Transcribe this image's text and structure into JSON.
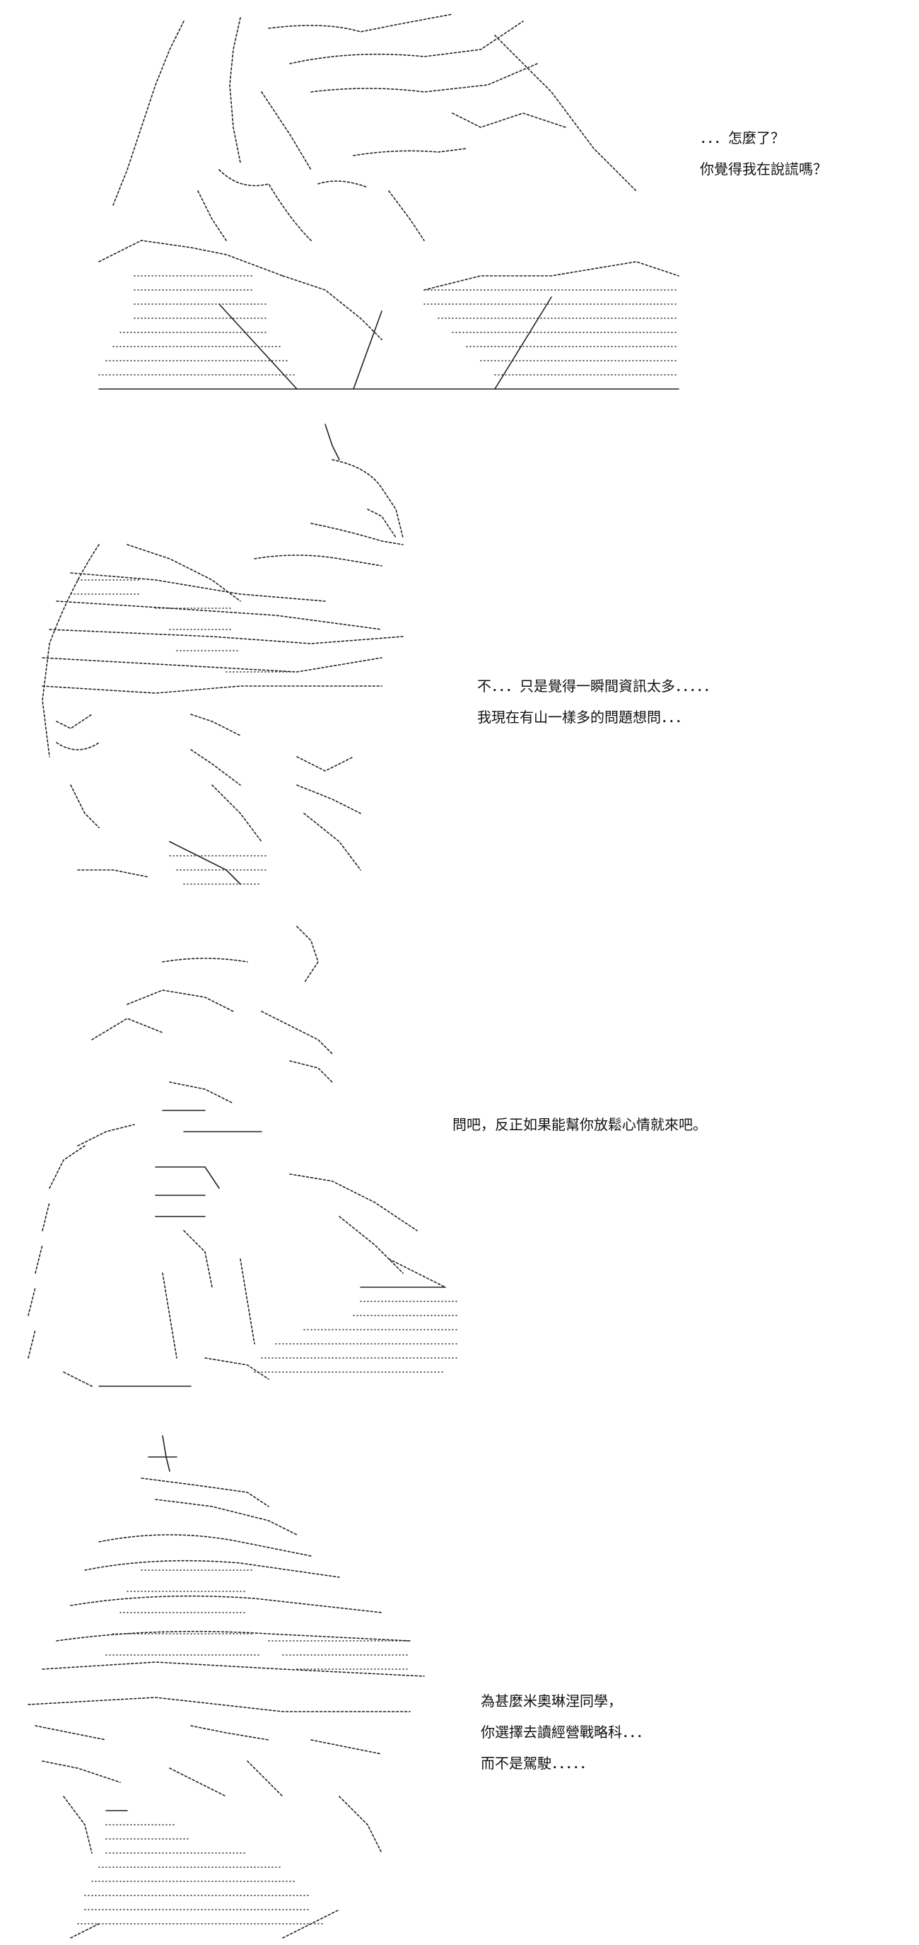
{
  "panels": [
    {
      "art": "ascii-art-character-1",
      "lines": [
        "．．．怎麼了？",
        "你覺得我在說謊嗎？"
      ]
    },
    {
      "art": "ascii-art-character-2",
      "lines": [
        "不．．．只是覺得一瞬間資訊太多．．．．．",
        "我現在有山一樣多的問題想問．．．"
      ]
    },
    {
      "art": "ascii-art-character-3",
      "lines": [
        "問吧，反正如果能幫你放鬆心情就來吧。"
      ]
    },
    {
      "art": "ascii-art-character-4",
      "lines": [
        "為甚麼米奧琳涅同學，",
        "你選擇去讀經營戰略科．．．",
        "而不是駕駛．．．．．"
      ]
    }
  ]
}
